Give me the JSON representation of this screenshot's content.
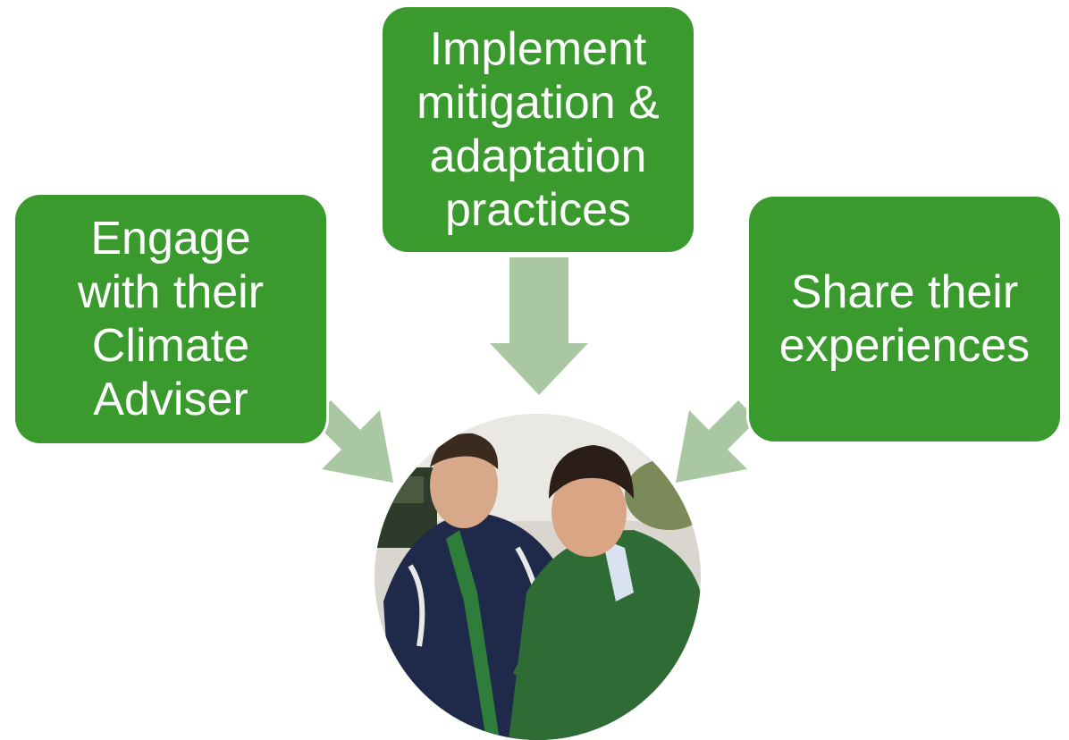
{
  "diagram": {
    "top_box": {
      "text": "Implement\nmitigation &\nadaptation\npractices"
    },
    "left_box": {
      "text": "Engage\nwith their\nClimate\nAdviser"
    },
    "right_box": {
      "text": "Share their\nexperiences"
    },
    "center_image": {
      "description_icon": "farmers-photo-icon"
    }
  },
  "colors": {
    "box_fill": "#3a9a2e",
    "box_text": "#ffffff",
    "arrow_fill": "#a9c7a3"
  }
}
